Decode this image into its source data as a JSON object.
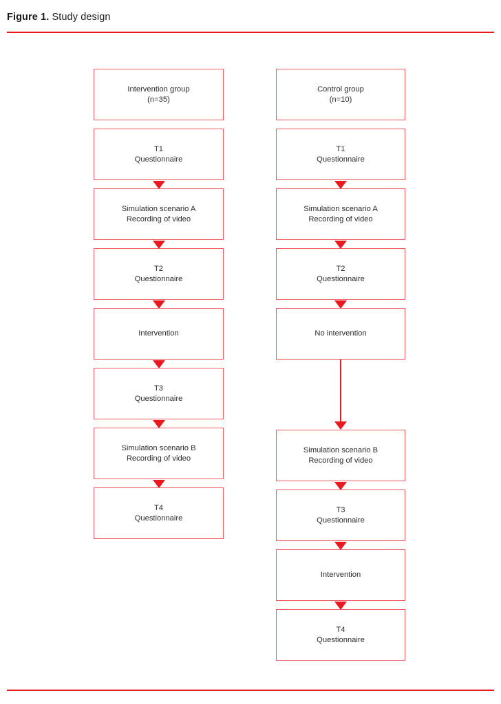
{
  "figure": {
    "label": "Figure 1.",
    "title": "Study design"
  },
  "colors": {
    "rule": "#e8191f",
    "box_border": "#ee5a63",
    "arrow": "#e8191f",
    "text": "#2b2b2b"
  },
  "flowchart": {
    "columns": [
      {
        "name": "intervention-column",
        "steps": [
          {
            "id": "int-group",
            "line1": "Intervention group",
            "line2": "(n=35)"
          },
          {
            "id": "int-t1",
            "line1": "T1",
            "line2": "Questionnaire"
          },
          {
            "id": "int-sim-a",
            "line1": "Simulation scenario A",
            "line2": "Recording of video"
          },
          {
            "id": "int-t2",
            "line1": "T2",
            "line2": "Questionnaire"
          },
          {
            "id": "int-interv",
            "line1": "Intervention",
            "line2": ""
          },
          {
            "id": "int-t3",
            "line1": "T3",
            "line2": "Questionnaire"
          },
          {
            "id": "int-sim-b",
            "line1": "Simulation scenario B",
            "line2": "Recording of video"
          },
          {
            "id": "int-t4",
            "line1": "T4",
            "line2": "Questionnaire"
          }
        ]
      },
      {
        "name": "control-column",
        "steps": [
          {
            "id": "ctl-group",
            "line1": "Control group",
            "line2": "(n=10)"
          },
          {
            "id": "ctl-t1",
            "line1": "T1",
            "line2": "Questionnaire"
          },
          {
            "id": "ctl-sim-a",
            "line1": "Simulation scenario A",
            "line2": "Recording of video"
          },
          {
            "id": "ctl-t2",
            "line1": "T2",
            "line2": "Questionnaire"
          },
          {
            "id": "ctl-no-interv",
            "line1": "No intervention",
            "line2": ""
          },
          {
            "id": "ctl-sim-b",
            "line1": "Simulation scenario B",
            "line2": "Recording of video"
          },
          {
            "id": "ctl-t3",
            "line1": "T3",
            "line2": "Questionnaire"
          },
          {
            "id": "ctl-interv",
            "line1": "Intervention",
            "line2": ""
          },
          {
            "id": "ctl-t4",
            "line1": "T4",
            "line2": "Questionnaire"
          }
        ]
      }
    ]
  }
}
